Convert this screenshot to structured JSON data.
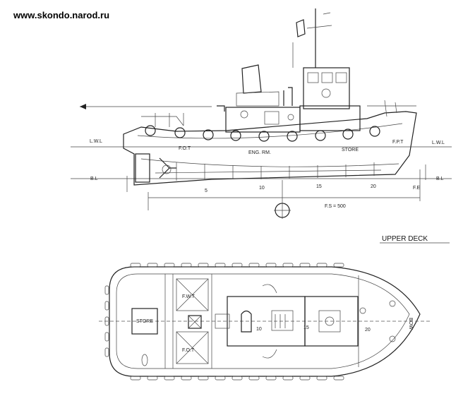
{
  "watermark": "www.skondo.narod.ru",
  "profile": {
    "wl_left": "L.W.L",
    "wl_right": "L.W.L",
    "bl_left": "B.L",
    "bl_right": "B.L",
    "fe": "F.E",
    "fot_aft": "F.O.T",
    "fot_fwd": "F.P.T",
    "eng_rm": "ENG. RM.",
    "store": "STORE",
    "frame_5": "5",
    "frame_10": "10",
    "frame_15": "15",
    "frame_20": "20",
    "frame_spacing": "F.S = 500"
  },
  "plan": {
    "title": "UPPER DECK",
    "store": "STORE",
    "fwt": "F.W.T",
    "fot": "F.O.T",
    "frame_10": "10",
    "frame_15": "15",
    "frame_20": "20",
    "bow_label": "BOW"
  }
}
